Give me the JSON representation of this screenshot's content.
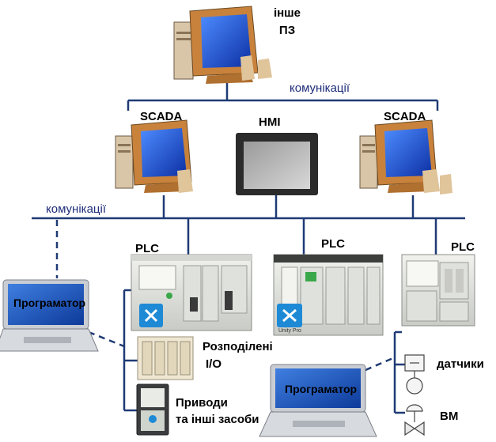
{
  "labels": {
    "other_sw_line1": "інше",
    "other_sw_line2": "ПЗ",
    "comm_top": "комунікації",
    "scada_left": "SCADA",
    "hmi": "HMI",
    "scada_right": "SCADA",
    "comm_mid": "комунікації",
    "plc_left": "PLC",
    "plc_mid": "PLC",
    "plc_right": "PLC",
    "programmer_left": "Програматор",
    "distributed_line1": "Розподілені",
    "distributed_line2": "I/O",
    "drives_line1": "Приводи",
    "drives_line2": "та інші засоби",
    "programmer_right": "Програматор",
    "sensors": "датчики",
    "actuators": "ВМ",
    "unity_pro": "Unity Pro"
  },
  "colors": {
    "bus": "#1f3a75",
    "monitor_body": "#c8823c",
    "screen": "#1a46c8",
    "plc_body": "#e6e8e4",
    "hmi_frame": "#2b2b2b",
    "laptop_frame": "#c9cdd3"
  }
}
